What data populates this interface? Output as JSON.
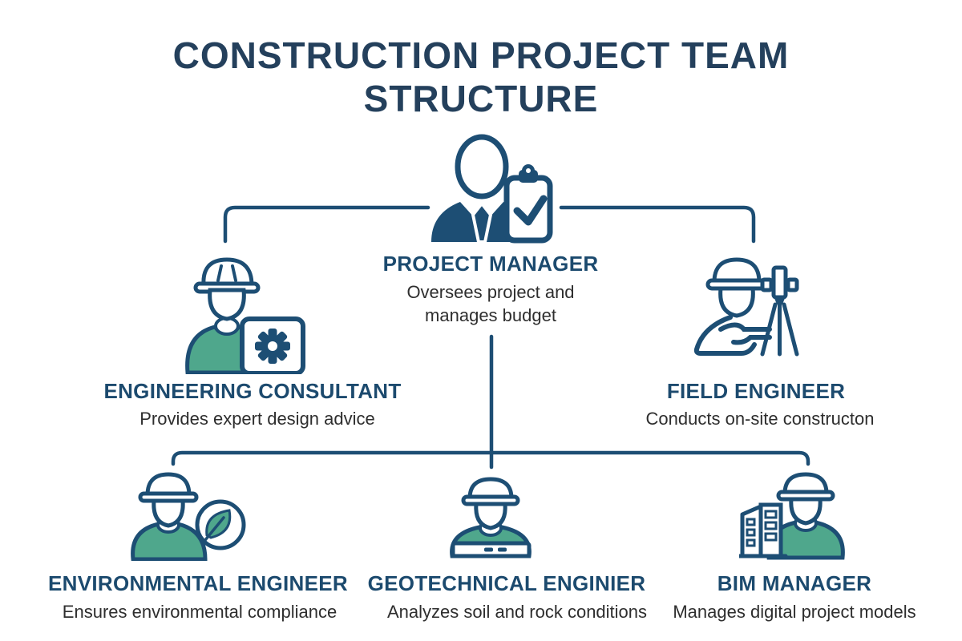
{
  "title": {
    "lines": [
      "CONSTRUCTION PROJECT TEAM",
      "STRUCTURE"
    ]
  },
  "nodes": {
    "project_manager": {
      "label": "PROJECT MANAGER",
      "description": "Oversees project and manages budget",
      "icon": "manager-clipboard-icon"
    },
    "engineering_consultant": {
      "label": "ENGINEERING CONSULTANT",
      "description": "Provides expert design advice",
      "icon": "engineer-gear-icon"
    },
    "field_engineer": {
      "label": "FIELD ENGINEER",
      "description": "Conducts on-site constructon",
      "icon": "surveyor-tripod-icon"
    },
    "environmental_engineer": {
      "label": "ENVIRONMENTAL ENGINEER",
      "description": "Ensures environmental compliance",
      "icon": "engineer-leaf-icon"
    },
    "geotechnical_engineer": {
      "label": "GEOTECHNICAL ENGINIER",
      "description": "Analyzes soil and rock conditions",
      "icon": "engineer-worker-icon"
    },
    "bim_manager": {
      "label": "BIM MANAGER",
      "description": "Manages digital project models",
      "icon": "engineer-building-icon"
    }
  },
  "colors": {
    "navy": "#1D4E74",
    "title_navy": "#24405C",
    "label_navy": "#1C4A6E",
    "green": "#4FA78C",
    "text": "#2E2E2E",
    "background": "#FFFFFF"
  }
}
